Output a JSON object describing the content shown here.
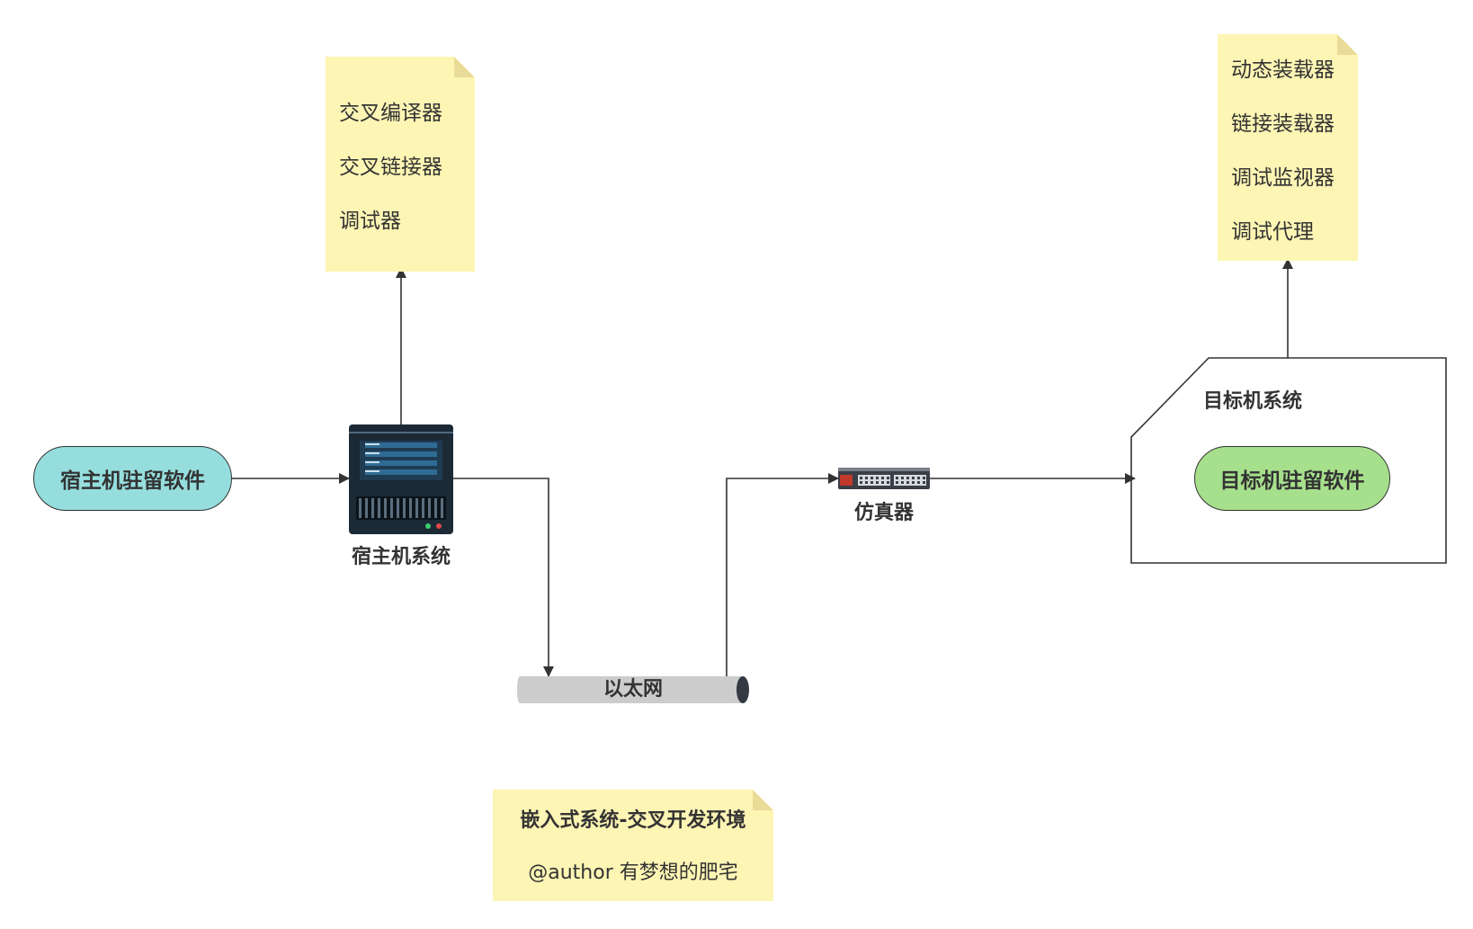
{
  "host_software": {
    "label": "宿主机驻留软件",
    "color": "#96dede"
  },
  "host_system": {
    "label": "宿主机系统",
    "icon": "server-rack-icon"
  },
  "host_tools_note": {
    "items": [
      "交叉编译器",
      "交叉链接器",
      "调试器"
    ]
  },
  "ethernet": {
    "label": "以太网",
    "color": "#cccccc"
  },
  "emulator": {
    "label": "仿真器",
    "icon": "network-switch-icon"
  },
  "target_system": {
    "label": "目标机系统"
  },
  "target_software": {
    "label": "目标机驻留软件",
    "color": "#a7e08c"
  },
  "target_tools_note": {
    "items": [
      "动态装载器",
      "链接装载器",
      "调试监视器",
      "调试代理"
    ]
  },
  "title_note": {
    "title": "嵌入式系统-交叉开发环境",
    "author": "@author 有梦想的肥宅"
  },
  "colors": {
    "note": "#fdf5b4",
    "line": "#333333"
  }
}
